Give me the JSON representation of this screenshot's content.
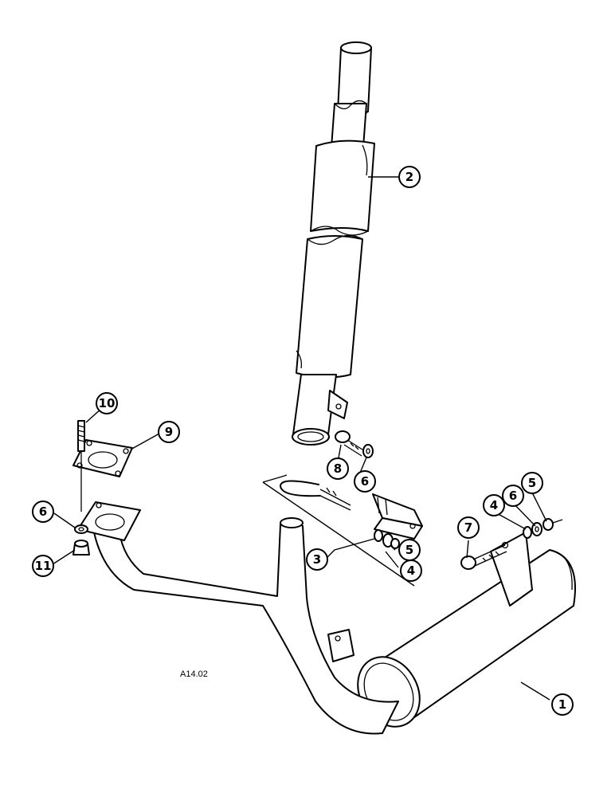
{
  "figure_ref": "A14.02",
  "callouts": [
    {
      "id": "c1",
      "label": "1"
    },
    {
      "id": "c2",
      "label": "2"
    },
    {
      "id": "c3",
      "label": "3"
    },
    {
      "id": "c4a",
      "label": "4"
    },
    {
      "id": "c4b",
      "label": "4"
    },
    {
      "id": "c5a",
      "label": "5"
    },
    {
      "id": "c5b",
      "label": "5"
    },
    {
      "id": "c6a",
      "label": "6"
    },
    {
      "id": "c6b",
      "label": "6"
    },
    {
      "id": "c6c",
      "label": "6"
    },
    {
      "id": "c7",
      "label": "7"
    },
    {
      "id": "c8",
      "label": "8"
    },
    {
      "id": "c9",
      "label": "9"
    },
    {
      "id": "c10",
      "label": "10"
    },
    {
      "id": "c11",
      "label": "11"
    }
  ]
}
